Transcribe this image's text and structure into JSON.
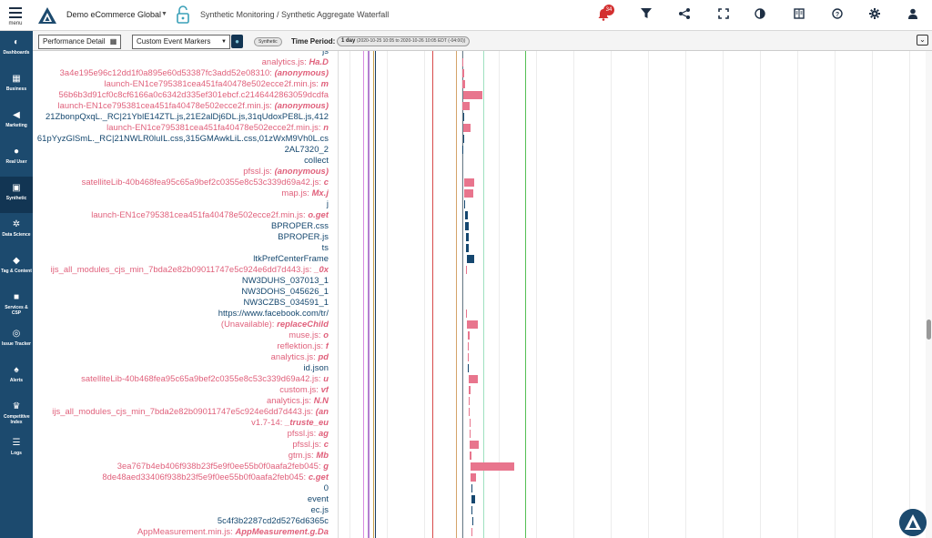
{
  "topbar": {
    "menu_label": "menu",
    "account": "Demo eCommerce Global",
    "breadcrumb": "Synthetic Monitoring / Synthetic Aggregate Waterfall",
    "notification_count": "34",
    "icons": [
      "bell-icon",
      "filter-icon",
      "share-icon",
      "fullscreen-icon",
      "contrast-icon",
      "book-icon",
      "help-icon",
      "gear-icon",
      "user-icon"
    ]
  },
  "sidebar": {
    "items": [
      {
        "label": "Dashboards",
        "icon": "dashboard-icon"
      },
      {
        "label": "Business",
        "icon": "business-icon"
      },
      {
        "label": "Marketing",
        "icon": "megaphone-icon"
      },
      {
        "label": "Real User",
        "icon": "person-icon"
      },
      {
        "label": "Synthetic",
        "icon": "calendar-icon",
        "active": true
      },
      {
        "label": "Data Science",
        "icon": "atom-icon"
      },
      {
        "label": "Tag & Content",
        "icon": "tag-icon"
      },
      {
        "label": "Services & CSP",
        "icon": "lock-icon"
      },
      {
        "label": "Issue Tracker",
        "icon": "radar-icon"
      },
      {
        "label": "Alerts",
        "icon": "bell-icon"
      },
      {
        "label": "Competitive Index",
        "icon": "trophy-icon"
      },
      {
        "label": "Logs",
        "icon": "logs-icon"
      }
    ]
  },
  "toolbar": {
    "performance_detail": "Performance Detail",
    "custom_events": "Custom Event Markers",
    "tag": "Synthetic",
    "time_period_label": "Time Period:",
    "range_main": "1 day",
    "range_detail": "(2020-10-25 10:05 to 2020-10-26 10:05 EDT (-04:00))"
  },
  "rows": [
    {
      "pre": "js",
      "fn": "",
      "color": "blue"
    },
    {
      "pre": "analytics.js: ",
      "fn": "Ha.D",
      "color": "red"
    },
    {
      "pre": "3a4e195e96c12dd1f0a895e60d53387fc3add52e08310: ",
      "fn": "(anonymous)",
      "color": "red"
    },
    {
      "pre": "launch-EN1ce795381cea451fa40478e502ecce2f.min.js: ",
      "fn": "m",
      "color": "red"
    },
    {
      "pre": "56b6b3d91cf0c8cf6166a0c6342d335ef301ebcf.c2146442863059dcdfa",
      "fn": "",
      "color": "red"
    },
    {
      "pre": "launch-EN1ce795381cea451fa40478e502ecce2f.min.js: ",
      "fn": "(anonymous)",
      "color": "red"
    },
    {
      "pre": "21ZbonpQxqL._RC|21YblE14ZTL.js,21E2alDj6DL.js,31qUdoxPE8L.js,412",
      "fn": "",
      "color": "blue"
    },
    {
      "pre": "launch-EN1ce795381cea451fa40478e502ecce2f.min.js: ",
      "fn": "n",
      "color": "red"
    },
    {
      "pre": "61pYyzGlSmL._RC|21NWLR0luIL.css,315GMAwkLiL.css,01zWxM9Vh0L.cs",
      "fn": "",
      "color": "blue"
    },
    {
      "pre": "2AL7320_2",
      "fn": "",
      "color": "blue"
    },
    {
      "pre": "collect",
      "fn": "",
      "color": "blue"
    },
    {
      "pre": "pfssl.js: ",
      "fn": "(anonymous)",
      "color": "red"
    },
    {
      "pre": "satelliteLib-40b468fea95c65a9bef2c0355e8c53c339d69a42.js: ",
      "fn": "c",
      "color": "red"
    },
    {
      "pre": "map.js: ",
      "fn": "Mx.j",
      "color": "red"
    },
    {
      "pre": "j",
      "fn": "",
      "color": "blue"
    },
    {
      "pre": "launch-EN1ce795381cea451fa40478e502ecce2f.min.js: ",
      "fn": "o.get",
      "color": "red"
    },
    {
      "pre": "BPROPER.css",
      "fn": "",
      "color": "blue"
    },
    {
      "pre": "BPROPER.js",
      "fn": "",
      "color": "blue"
    },
    {
      "pre": "ts",
      "fn": "",
      "color": "blue"
    },
    {
      "pre": "ltkPrefCenterFrame",
      "fn": "",
      "color": "blue"
    },
    {
      "pre": "ijs_all_modules_cjs_min_7bda2e82b09011747e5c924e6dd7d443.js: ",
      "fn": "_0x",
      "color": "red"
    },
    {
      "pre": "NW3DUHS_037013_1",
      "fn": "",
      "color": "blue"
    },
    {
      "pre": "NW3DOHS_045626_1",
      "fn": "",
      "color": "blue"
    },
    {
      "pre": "NW3CZBS_034591_1",
      "fn": "",
      "color": "blue"
    },
    {
      "pre": "https://www.facebook.com/tr/",
      "fn": "",
      "color": "blue"
    },
    {
      "pre": "(Unavailable): ",
      "fn": "replaceChild",
      "color": "red"
    },
    {
      "pre": "muse.js: ",
      "fn": "o",
      "color": "red"
    },
    {
      "pre": "reflektion.js: ",
      "fn": "f",
      "color": "red"
    },
    {
      "pre": "analytics.js: ",
      "fn": "pd",
      "color": "red"
    },
    {
      "pre": "id.json",
      "fn": "",
      "color": "blue"
    },
    {
      "pre": "satelliteLib-40b468fea95c65a9bef2c0355e8c53c339d69a42.js: ",
      "fn": "u",
      "color": "red"
    },
    {
      "pre": "custom.js: ",
      "fn": "vf",
      "color": "red"
    },
    {
      "pre": "analytics.js: ",
      "fn": "N.N",
      "color": "red"
    },
    {
      "pre": "ijs_all_modules_cjs_min_7bda2e82b09011747e5c924e6dd7d443.js: ",
      "fn": "(an",
      "color": "red"
    },
    {
      "pre": "v1.7-14: ",
      "fn": "_truste_eu",
      "color": "red"
    },
    {
      "pre": "pfssl.js: ",
      "fn": "ag",
      "color": "red"
    },
    {
      "pre": "pfssl.js: ",
      "fn": "c",
      "color": "red"
    },
    {
      "pre": "gtm.js: ",
      "fn": "Mb",
      "color": "red"
    },
    {
      "pre": "3ea767b4eb406f938b23f5e9f0ee55b0f0aafa2feb045: ",
      "fn": "g",
      "color": "red"
    },
    {
      "pre": "8de48aed33406f938b23f5e9f0ee55b0f0aafa2feb045: ",
      "fn": "c.get",
      "color": "red"
    },
    {
      "pre": "0",
      "fn": "",
      "color": "blue"
    },
    {
      "pre": "event",
      "fn": "",
      "color": "blue"
    },
    {
      "pre": "ec.js",
      "fn": "",
      "color": "blue"
    },
    {
      "pre": "5c4f3b2287cd2d5276d6365c",
      "fn": "",
      "color": "blue"
    },
    {
      "pre": "AppMeasurement.min.js: ",
      "fn": "AppMeasurement.g.Da",
      "color": "red"
    }
  ],
  "colors": {
    "blue": "#14476e",
    "red": "#e0607b",
    "bar_blue": "#15476f",
    "bar_red": "#e8758d",
    "sidebar": "#1c4a6e"
  }
}
